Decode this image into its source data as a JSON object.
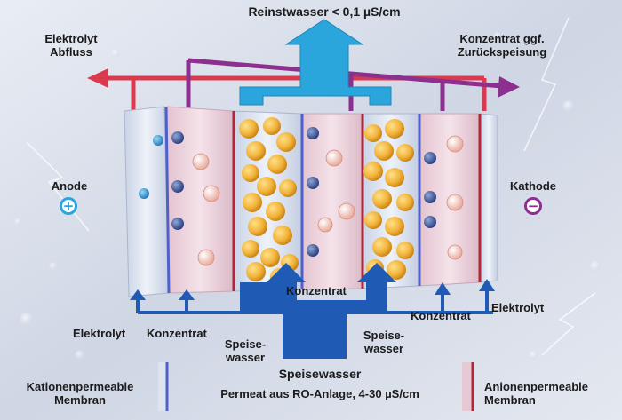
{
  "labels": {
    "top_title": "Reinstwasser < 0,1 µS/cm",
    "electrolyte_out": [
      "Elektrolyt",
      "Abfluss"
    ],
    "concentrate_out": [
      "Konzentrat ggf.",
      "Zurückspeisung"
    ],
    "anode": "Anode",
    "cathode": "Kathode",
    "konzentrat_center": "Konzentrat",
    "konzentrat_right": "Konzentrat",
    "elektrolyt_right": "Elektrolyt",
    "elektrolyt_left": "Elektrolyt",
    "konzentrat_left": "Konzentrat",
    "speisewasser_left": [
      "Speise-",
      "wasser"
    ],
    "speisewasser_right": [
      "Speise-",
      "wasser"
    ],
    "feed_title": "Speisewasser",
    "feed_spec": "Permeat aus RO-Anlage, 4-30 µS/cm",
    "cation_membrane": [
      "Kationenpermeable",
      "Membran"
    ],
    "anion_membrane": [
      "Anionenpermeable",
      "Membran"
    ],
    "anode_symbol": "+",
    "cathode_symbol": "−"
  },
  "colors": {
    "pure_water": "#2aa6dd",
    "feed_water": "#1f5bb5",
    "electrolyte": "#d93a4e",
    "concentrate": "#8c2f8f",
    "anode": "#2aa6dd",
    "cathode": "#8c2f8f",
    "cation_membrane": "#5060c8",
    "anion_membrane": "#b0273b",
    "resin_bead": "#f2b43a"
  }
}
